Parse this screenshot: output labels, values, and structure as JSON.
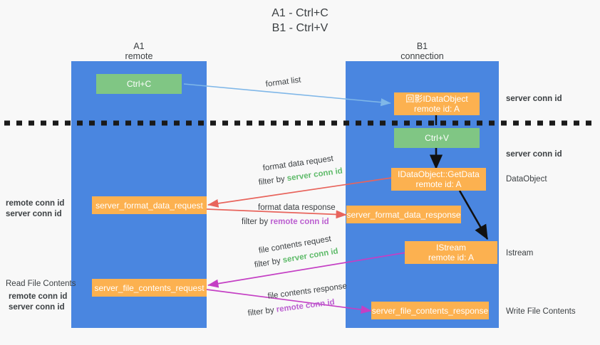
{
  "title": {
    "line1": "A1 - Ctrl+C",
    "line2": "B1 - Ctrl+V"
  },
  "lanes": [
    {
      "name": "A1",
      "sub": "remote"
    },
    {
      "name": "B1",
      "sub": "connection"
    }
  ],
  "boxes": {
    "ctrl_c": {
      "line1": "Ctrl+C",
      "line2": ""
    },
    "ctrl_v": {
      "line1": "Ctrl+V",
      "line2": ""
    },
    "idataobject": {
      "line1": "回影IDataObject",
      "line2": "remote id: A"
    },
    "idataobject_getdata": {
      "line1": "IDataObject::GetData",
      "line2": "remote id: A"
    },
    "istream": {
      "line1": "IStream",
      "line2": "remote id: A"
    },
    "server_format_data_request": {
      "line1": "server_format_data_request",
      "line2": ""
    },
    "server_format_data_response": {
      "line1": "server_format_data_response",
      "line2": ""
    },
    "server_file_contents_request": {
      "line1": "server_file_contents_request",
      "line2": ""
    },
    "server_file_contents_response": {
      "line1": "server_file_contents_response",
      "line2": ""
    }
  },
  "edge_labels": {
    "format_list": "format list",
    "format_data_request": "format data request",
    "format_data_request_filter_prefix": "filter by ",
    "format_data_request_filter_value": "server conn id",
    "format_data_response": "format data response",
    "format_data_response_filter_prefix": "filter by ",
    "format_data_response_filter_value": "remote conn id",
    "file_contents_request": "file contents request",
    "file_contents_request_filter_prefix": "filter by ",
    "file_contents_request_filter_value": "server conn id",
    "file_contents_response": "file contents response",
    "file_contents_response_filter_prefix": "filter by ",
    "file_contents_response_filter_value": "remote conn id"
  },
  "side_labels": {
    "left_mid_remote": "remote conn id",
    "left_mid_server": "server conn id",
    "left_read_file_contents": "Read File Contents",
    "left_low_remote": "remote conn id",
    "left_low_server": "server conn id",
    "right_server_conn_top": "server conn id",
    "right_server_conn_mid": "server conn id",
    "right_dataobject": "DataObject",
    "right_istream": "Istream",
    "right_write_file_contents": "Write File Contents"
  },
  "colors": {
    "lane": "#4a86e0",
    "green_box": "#80c684",
    "orange_box": "#fcb150",
    "green_text": "#5fbb6a",
    "purple_text": "#bb5fd0",
    "blue_arrow": "#7fb7e8",
    "red_arrow": "#e8645c",
    "magenta_arrow": "#c43fc4",
    "black_arrow": "#111111",
    "background": "#f8f8f8"
  }
}
